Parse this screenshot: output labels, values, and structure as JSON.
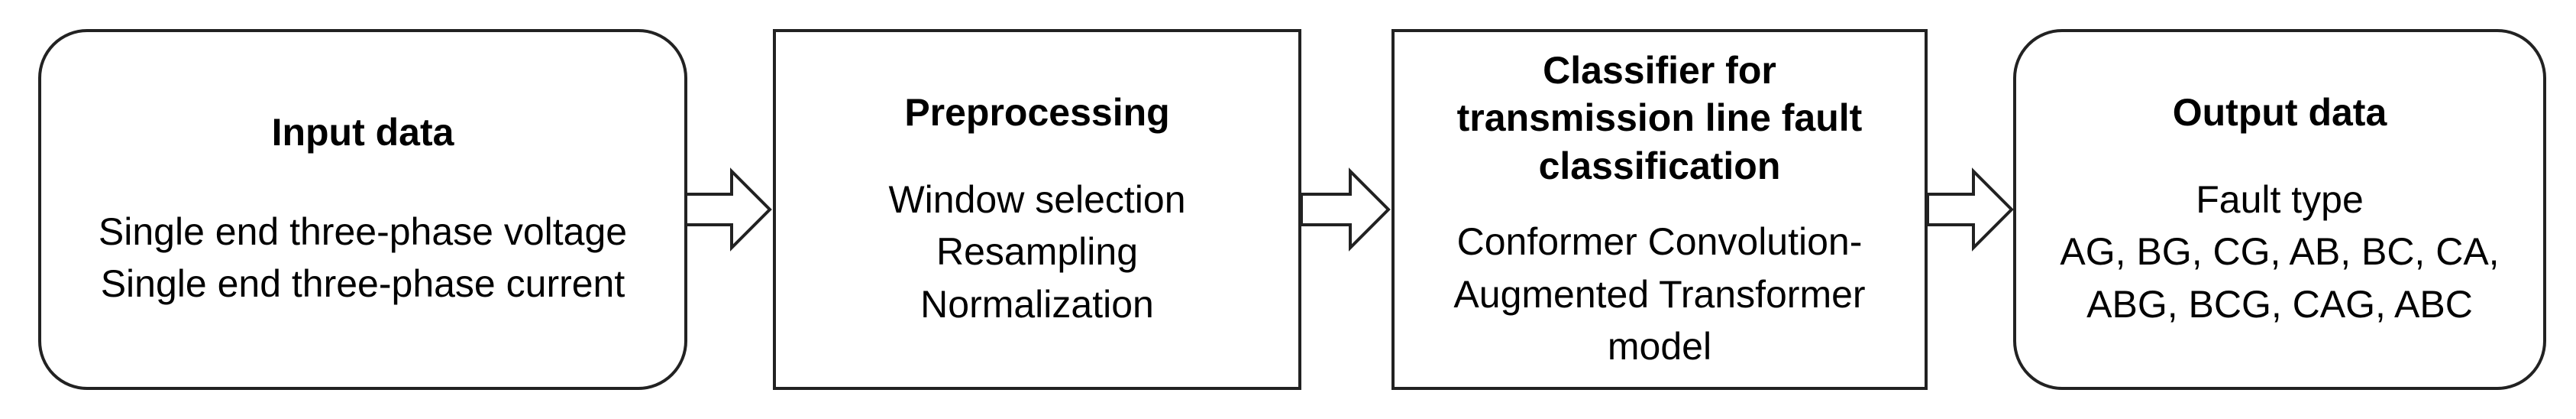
{
  "blocks": {
    "input": {
      "title": "Input data",
      "lines": [
        "Single end three-phase voltage",
        "Single end three-phase current"
      ]
    },
    "preprocessing": {
      "title": "Preprocessing",
      "lines": [
        "Window selection",
        "Resampling",
        "Normalization"
      ]
    },
    "classifier": {
      "title_lines": [
        "Classifier for",
        "transmission line fault",
        "classification"
      ],
      "lines": [
        "Conformer Convolution-",
        "Augmented Transformer",
        "model"
      ]
    },
    "output": {
      "title": "Output data",
      "lines": [
        "Fault type",
        "AG, BG, CG, AB, BC, CA,",
        "ABG, BCG, CAG, ABC"
      ]
    }
  },
  "colors": {
    "stroke": "#222222",
    "background": "#ffffff",
    "text": "#000000"
  },
  "arrow_style": "hollow-block-arrow"
}
